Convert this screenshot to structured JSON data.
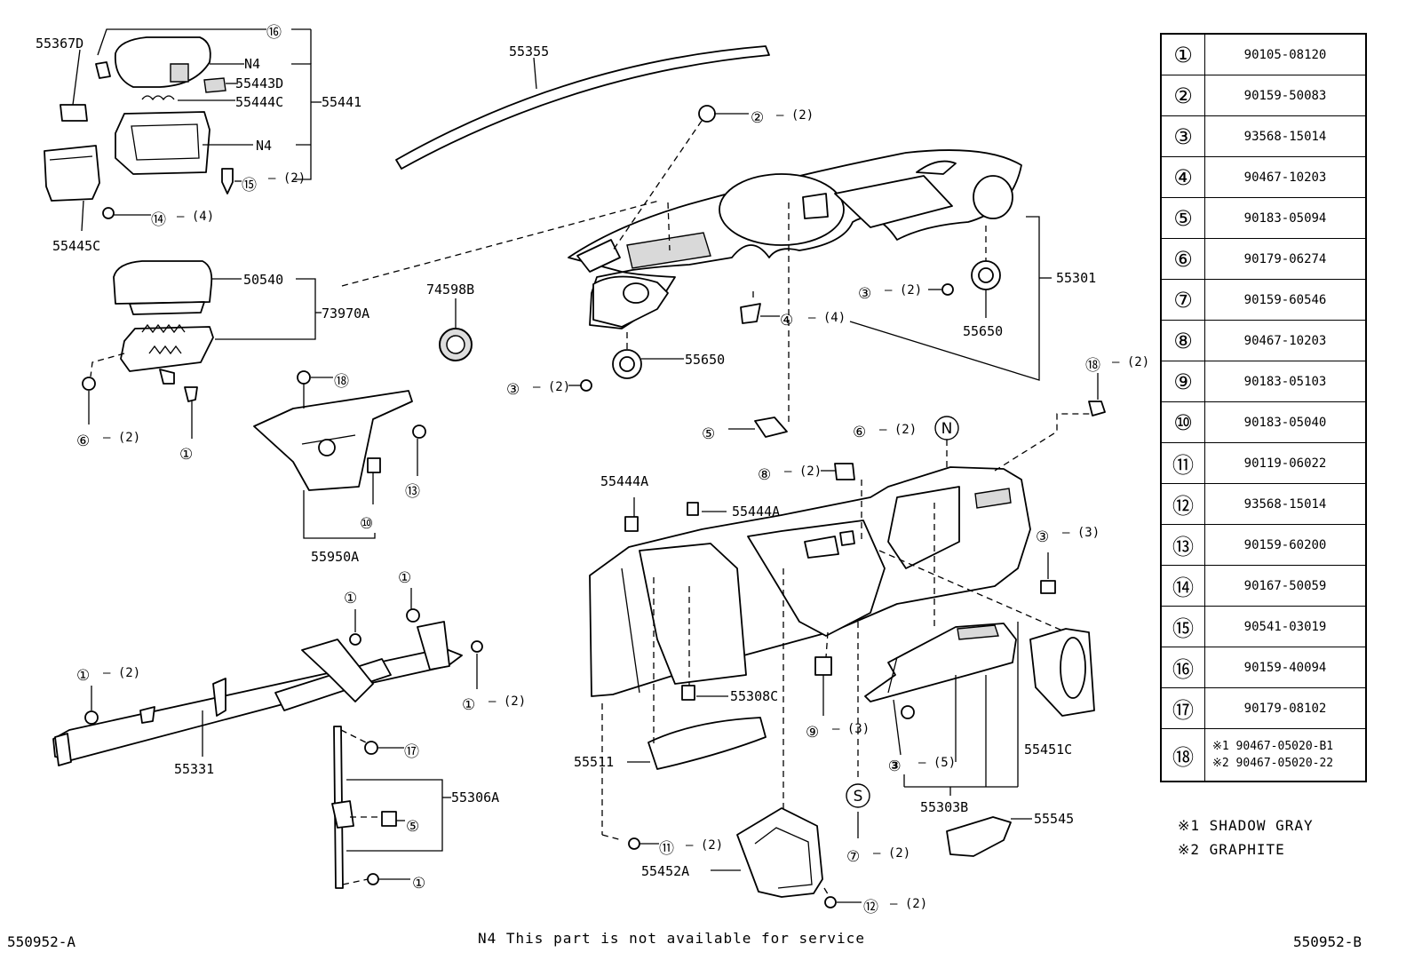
{
  "part_labels": {
    "p55367D": "55367D",
    "p55355": "55355",
    "p55443D": "55443D",
    "p55444C": "55444C",
    "p55441": "55441",
    "pN4a": "N4",
    "pN4b": "N4",
    "p55445C": "55445C",
    "p50540": "50540",
    "p73970A": "73970A",
    "p74598B": "74598B",
    "p55301": "55301",
    "p55650a": "55650",
    "p55650b": "55650",
    "p55950A": "55950A",
    "p55444Aa": "55444A",
    "p55444Ab": "55444A",
    "p55308C": "55308C",
    "p55331": "55331",
    "p55306A": "55306A",
    "p55511": "55511",
    "p55451C": "55451C",
    "p55303B": "55303B",
    "p55545": "55545",
    "p55452A": "55452A",
    "pN": "N",
    "pS": "S"
  },
  "callouts": {
    "c16": "⑯",
    "c2": "②",
    "c15": "⑮",
    "c14": "⑭",
    "c3a": "③",
    "c3b": "③",
    "c4": "④",
    "c6a": "⑥",
    "c6b": "⑥",
    "c1a": "①",
    "c18a": "⑱",
    "c18b": "⑱",
    "c13": "⑬",
    "c10": "⑩",
    "c5a": "⑤",
    "c5b": "⑤",
    "c8": "⑧",
    "c3c": "③",
    "c1b": "①",
    "c1c": "①",
    "c1d": "①",
    "c1e": "①",
    "c1f": "①",
    "c17": "⑰",
    "c9": "⑨",
    "c3d": "③",
    "c7": "⑦",
    "c11": "⑪",
    "c12": "⑫"
  },
  "quantities": {
    "q2": "(2)",
    "q15": "(2)",
    "q14": "(4)",
    "q3a": "(2)",
    "q3b": "(2)",
    "q4": "(4)",
    "q6a": "(2)",
    "q6b": "(2)",
    "q18": "(2)",
    "q8": "(2)",
    "q3c": "(3)",
    "q1b": "(2)",
    "q1c": "(2)",
    "q9": "(3)",
    "q3d": "(5)",
    "q7": "(2)",
    "q11": "(2)",
    "q12": "(2)"
  },
  "reference_table": [
    {
      "num": "①",
      "code": "90105-08120"
    },
    {
      "num": "②",
      "code": "90159-50083"
    },
    {
      "num": "③",
      "code": "93568-15014"
    },
    {
      "num": "④",
      "code": "90467-10203"
    },
    {
      "num": "⑤",
      "code": "90183-05094"
    },
    {
      "num": "⑥",
      "code": "90179-06274"
    },
    {
      "num": "⑦",
      "code": "90159-60546"
    },
    {
      "num": "⑧",
      "code": "90467-10203"
    },
    {
      "num": "⑨",
      "code": "90183-05103"
    },
    {
      "num": "⑩",
      "code": "90183-05040"
    },
    {
      "num": "⑪",
      "code": "90119-06022"
    },
    {
      "num": "⑫",
      "code": "93568-15014"
    },
    {
      "num": "⑬",
      "code": "90159-60200"
    },
    {
      "num": "⑭",
      "code": "90167-50059"
    },
    {
      "num": "⑮",
      "code": "90541-03019"
    },
    {
      "num": "⑯",
      "code": "90159-40094"
    },
    {
      "num": "⑰",
      "code": "90179-08102"
    }
  ],
  "reference_last": {
    "num": "⑱",
    "line1": "※1 90467-05020-B1",
    "line2": "※2 90467-05020-22"
  },
  "legend": {
    "n1": "※1 SHADOW GRAY",
    "n2": "※2 GRAPHITE"
  },
  "footer": {
    "left": "550952-A",
    "center": "N4 This part is not available for service",
    "right": "550952-B"
  }
}
